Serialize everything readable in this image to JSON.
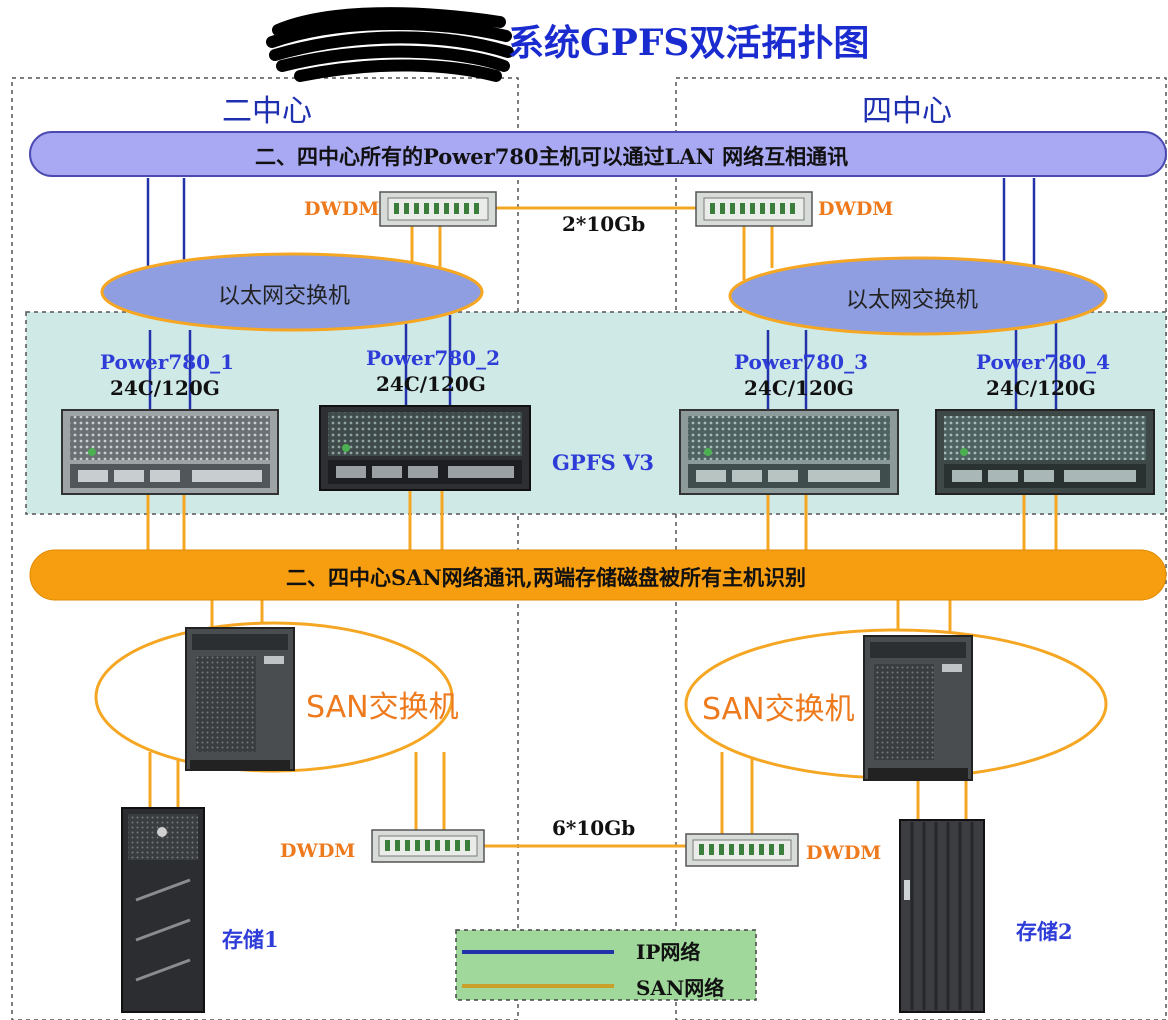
{
  "title": "系统GPFS双活拓扑图",
  "sites": {
    "left": "二中心",
    "right": "四中心"
  },
  "lan_bar": "二、四中心所有的Power780主机可以通过LAN 网络互相通讯",
  "san_bar": "二、四中心SAN网络通讯,两端存储磁盘被所有主机识别",
  "ethernet_switch": "以太网交换机",
  "dwdm_label": "DWDM",
  "links": {
    "ip_link": "2*10Gb",
    "san_link": "6*10Gb"
  },
  "servers": [
    {
      "name": "Power780_1",
      "spec": "24C/120G"
    },
    {
      "name": "Power780_2",
      "spec": "24C/120G"
    },
    {
      "name": "Power780_3",
      "spec": "24C/120G"
    },
    {
      "name": "Power780_4",
      "spec": "24C/120G"
    }
  ],
  "gpfs_label": "GPFS V3",
  "san_switch": "SAN交换机",
  "storage": {
    "left": "存储1",
    "right": "存储2"
  },
  "legend": {
    "ip": "IP网络",
    "san": "SAN网络"
  },
  "colors": {
    "ip_line": "#2233aa",
    "san_line": "#f5a623",
    "lan_bar": "#a9a8f2",
    "san_bar": "#f79d10",
    "gpfs_zone": "#cfe9e6",
    "legend_bg": "#9fd89a"
  }
}
